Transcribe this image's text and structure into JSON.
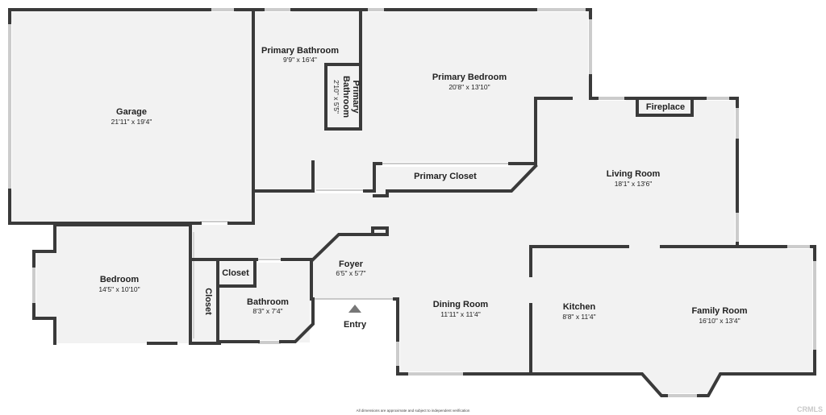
{
  "rooms": {
    "garage": {
      "name": "Garage",
      "dim": "21'11\" x 19'4\""
    },
    "primary_bathroom": {
      "name": "Primary Bathroom",
      "dim": "9'9\" x 16'4\""
    },
    "primary_bathroom_small": {
      "name_line1": "Primary",
      "name_line2": "Bathroom",
      "dim": "2'10\" x 5'5\""
    },
    "primary_bedroom": {
      "name": "Primary Bedroom",
      "dim": "20'8\" x 13'10\""
    },
    "fireplace": {
      "name": "Fireplace"
    },
    "living_room": {
      "name": "Living Room",
      "dim": "18'1\" x 13'6\""
    },
    "primary_closet": {
      "name": "Primary Closet"
    },
    "foyer": {
      "name": "Foyer",
      "dim": "6'5\" x 5'7\""
    },
    "bedroom": {
      "name": "Bedroom",
      "dim": "14'5\" x 10'10\""
    },
    "closet_top": {
      "name": "Closet"
    },
    "closet_vertical": {
      "name": "Closet"
    },
    "bathroom": {
      "name": "Bathroom",
      "dim": "8'3\" x 7'4\""
    },
    "entry": {
      "name": "Entry"
    },
    "dining_room": {
      "name": "Dining Room",
      "dim": "11'11\" x 11'4\""
    },
    "kitchen": {
      "name": "Kitchen",
      "dim": "8'8\" x 11'4\""
    },
    "family_room": {
      "name": "Family Room",
      "dim": "16'10\" x 13'4\""
    }
  },
  "footer": {
    "disclaimer": "All dimensions are approximate and subject to independent verification",
    "watermark": "CRMLS"
  },
  "colors": {
    "wall": "#3a3a3a",
    "floor": "#f2f2f2",
    "background": "#ffffff"
  }
}
